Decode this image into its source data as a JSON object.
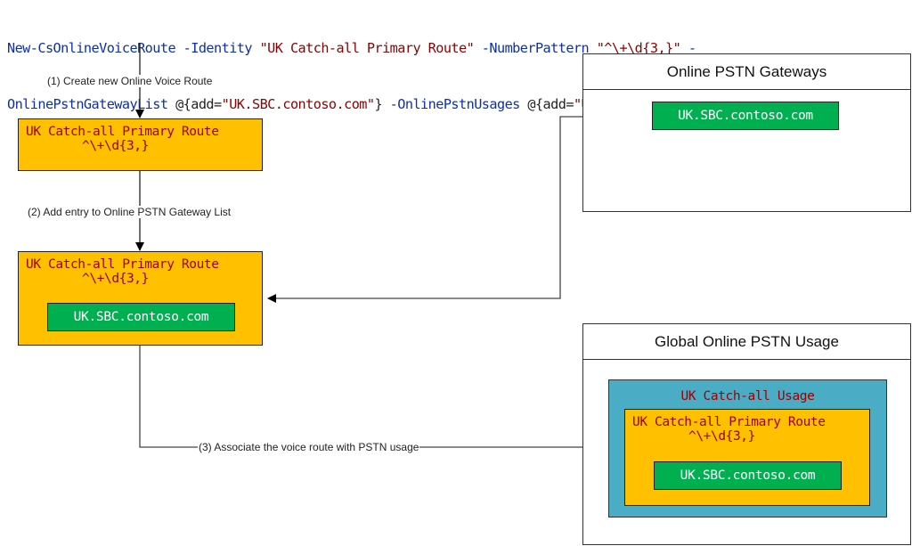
{
  "command": {
    "line1": [
      {
        "t": "New-CsOnlineVoiceRoute -Identity ",
        "k": "kw"
      },
      {
        "t": "\"UK Catch-all Primary Route\"",
        "k": "str"
      },
      {
        "t": " -NumberPattern ",
        "k": "kw"
      },
      {
        "t": "\"^\\+\\d{3,}\"",
        "k": "str"
      },
      {
        "t": " -",
        "k": "kw"
      }
    ],
    "line2": [
      {
        "t": "OnlinePstnGatewayList ",
        "k": "kw"
      },
      {
        "t": "@{add=",
        "k": "op"
      },
      {
        "t": "\"UK.SBC.contoso.com\"",
        "k": "str"
      },
      {
        "t": "}",
        "k": "op"
      },
      {
        "t": " -OnlinePstnUsages ",
        "k": "kw"
      },
      {
        "t": "@{add=",
        "k": "op"
      },
      {
        "t": "\"UK Catch-all Usage\"",
        "k": "str"
      },
      {
        "t": "}",
        "k": "op"
      }
    ]
  },
  "steps": {
    "step1": "(1) Create new Online Voice Route",
    "step2": "(2) Add entry to Online PSTN Gateway List",
    "step3": "(3) Associate the voice route with PSTN usage"
  },
  "route": {
    "name": "UK Catch-all Primary Route",
    "pattern": "^\\+\\d{3,}"
  },
  "gateway": {
    "fqdn": "UK.SBC.contoso.com"
  },
  "panels": {
    "gateways_title": "Online PSTN Gateways",
    "usage_title": "Global Online PSTN Usage"
  },
  "usage": {
    "name": "UK Catch-all Usage"
  },
  "colors": {
    "route_fill": "#ffc000",
    "gateway_fill": "#00b050",
    "usage_fill": "#4bacc6",
    "keyword": "#0b2fb0",
    "string": "#8b0000"
  }
}
